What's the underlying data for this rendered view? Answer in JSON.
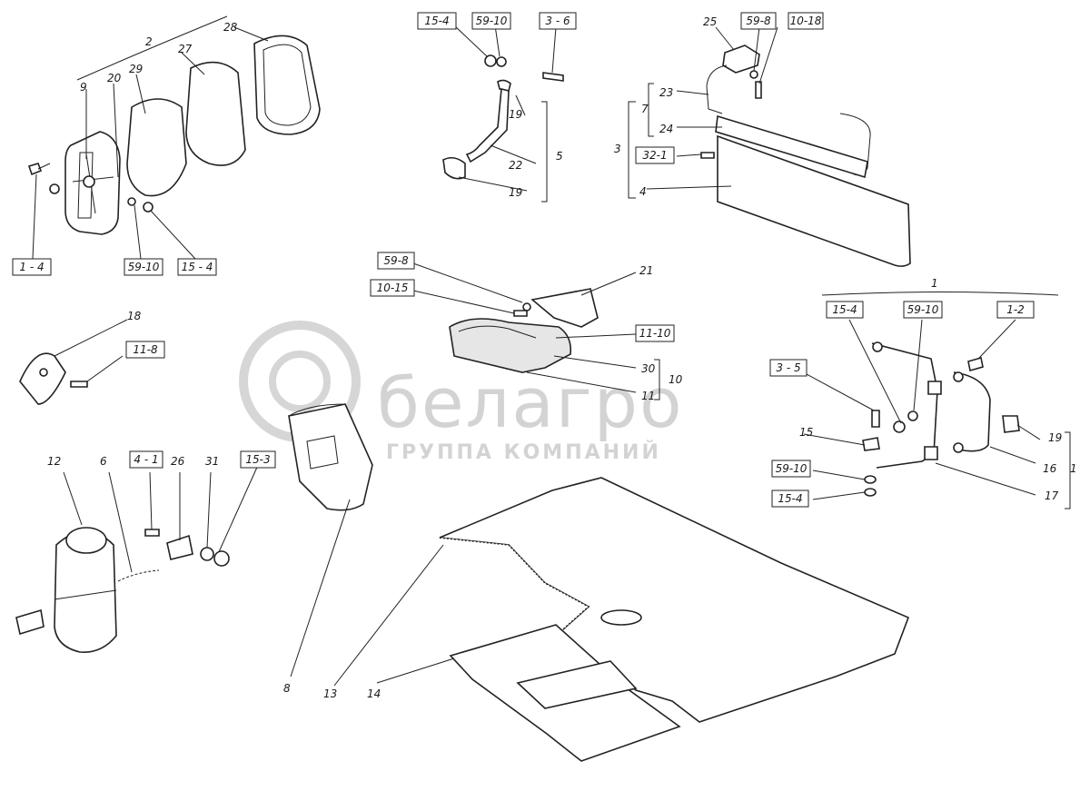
{
  "watermark": {
    "brand": "белагро",
    "subtitle": "ГРУППА КОМПАНИЙ"
  },
  "boxed_labels": [
    {
      "id": "b1",
      "text": "1 - 4"
    },
    {
      "id": "b2",
      "text": "59-10"
    },
    {
      "id": "b3",
      "text": "15 - 4"
    },
    {
      "id": "b4",
      "text": "15-4"
    },
    {
      "id": "b5",
      "text": "59-10"
    },
    {
      "id": "b6",
      "text": "3 - 6"
    },
    {
      "id": "b7",
      "text": "59-8"
    },
    {
      "id": "b8",
      "text": "10-15"
    },
    {
      "id": "b9",
      "text": "11-10"
    },
    {
      "id": "b10",
      "text": "11-8"
    },
    {
      "id": "b11",
      "text": "4 - 1"
    },
    {
      "id": "b12",
      "text": "15-3"
    },
    {
      "id": "b13",
      "text": "59-8"
    },
    {
      "id": "b14",
      "text": "10-18"
    },
    {
      "id": "b15",
      "text": "32-1"
    },
    {
      "id": "b16",
      "text": "15-4"
    },
    {
      "id": "b17",
      "text": "59-10"
    },
    {
      "id": "b18",
      "text": "1-2"
    },
    {
      "id": "b19",
      "text": "3 - 5"
    },
    {
      "id": "b20",
      "text": "59-10"
    },
    {
      "id": "b21",
      "text": "15-4"
    }
  ],
  "part_numbers": [
    {
      "id": "n1",
      "text": "2"
    },
    {
      "id": "n2",
      "text": "28"
    },
    {
      "id": "n3",
      "text": "27"
    },
    {
      "id": "n4",
      "text": "29"
    },
    {
      "id": "n5",
      "text": "20"
    },
    {
      "id": "n6",
      "text": "9"
    },
    {
      "id": "n7",
      "text": "19"
    },
    {
      "id": "n8",
      "text": "22"
    },
    {
      "id": "n9",
      "text": "5"
    },
    {
      "id": "n10",
      "text": "19"
    },
    {
      "id": "n11",
      "text": "25"
    },
    {
      "id": "n12",
      "text": "7"
    },
    {
      "id": "n13",
      "text": "23"
    },
    {
      "id": "n14",
      "text": "24"
    },
    {
      "id": "n15",
      "text": "3"
    },
    {
      "id": "n16",
      "text": "4"
    },
    {
      "id": "n17",
      "text": "21"
    },
    {
      "id": "n18",
      "text": "30"
    },
    {
      "id": "n19",
      "text": "10"
    },
    {
      "id": "n20",
      "text": "11"
    },
    {
      "id": "n21",
      "text": "18"
    },
    {
      "id": "n22",
      "text": "1"
    },
    {
      "id": "n23",
      "text": "15"
    },
    {
      "id": "n24",
      "text": "19"
    },
    {
      "id": "n25",
      "text": "16"
    },
    {
      "id": "n26",
      "text": "1"
    },
    {
      "id": "n27",
      "text": "17"
    },
    {
      "id": "n28",
      "text": "12"
    },
    {
      "id": "n29",
      "text": "6"
    },
    {
      "id": "n30",
      "text": "26"
    },
    {
      "id": "n31",
      "text": "31"
    },
    {
      "id": "n32",
      "text": "8"
    },
    {
      "id": "n33",
      "text": "13"
    },
    {
      "id": "n34",
      "text": "14"
    }
  ]
}
